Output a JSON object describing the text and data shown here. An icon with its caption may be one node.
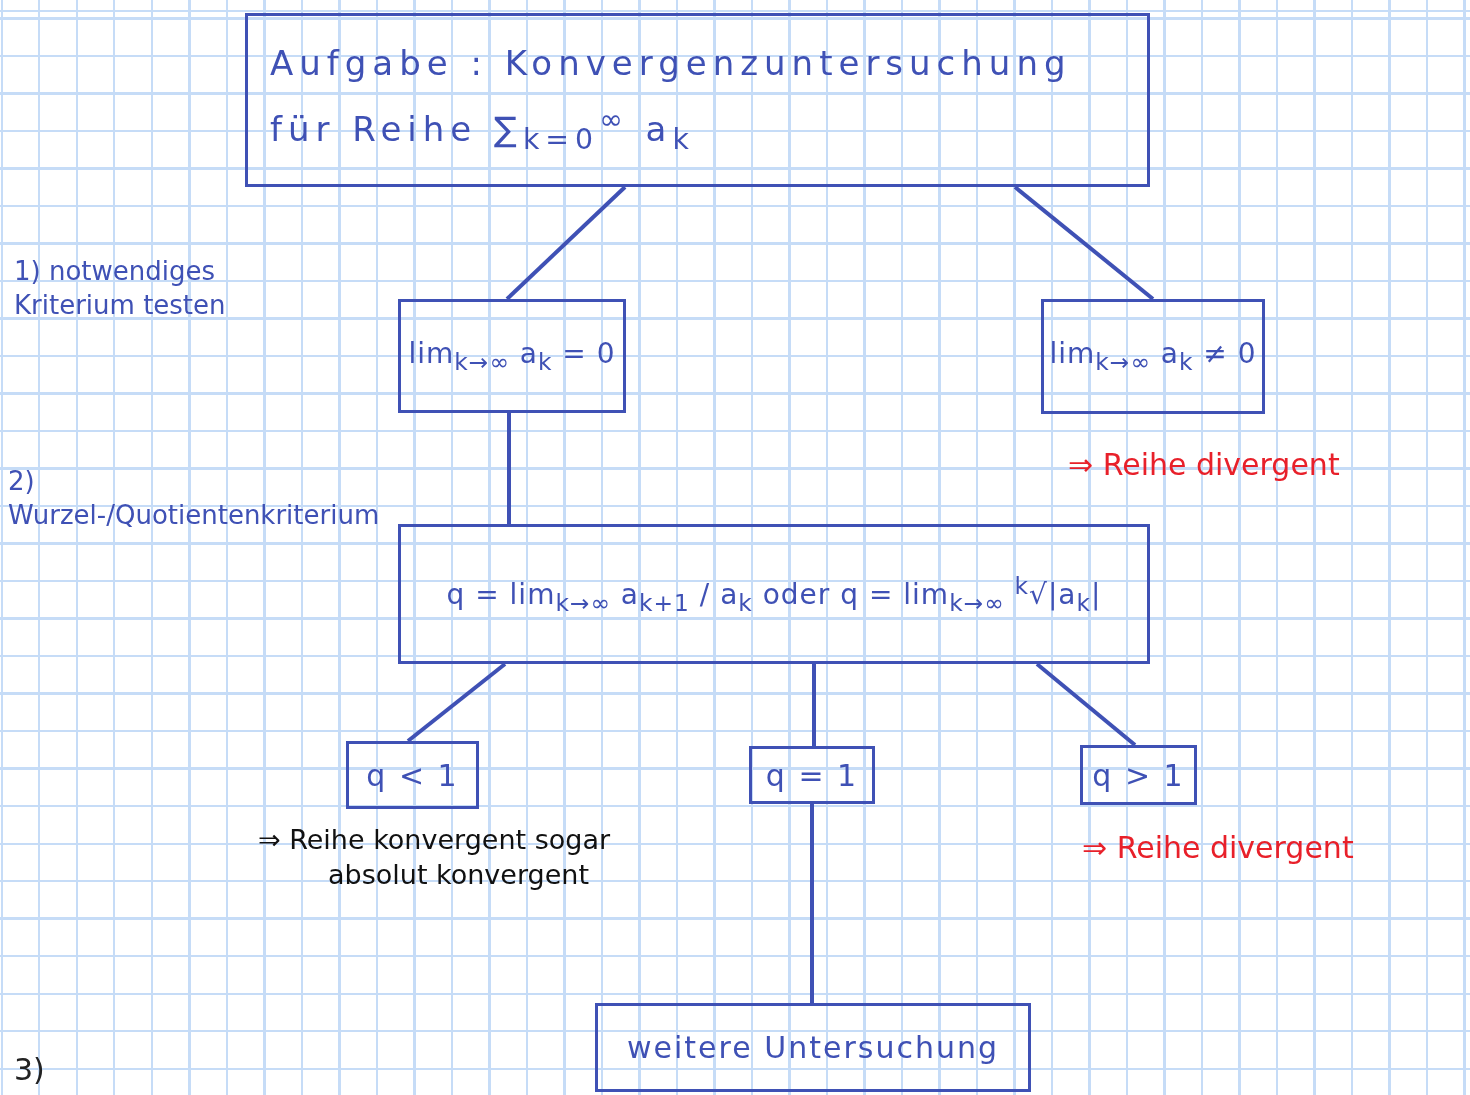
{
  "diagram": {
    "nodes": [
      {
        "text": [
          "Aufgabe : Konvergenzuntersuchung",
          "für Reihe ∑$_{k=0}$$^{∞}$ a$_{k}$"
        ]
      },
      {
        "text": [
          "lim$_{k→∞}$ a$_{k}$ = 0"
        ]
      },
      {
        "text": [
          "lim$_{k→∞}$ a$_{k}$ ≠ 0"
        ]
      },
      {
        "text": [
          "q = lim$_{k→∞}$ a$_{k+1}$ / a$_{k}$ oder q = lim$_{k→∞}$ $^{k}$√|a$_{k}$|"
        ]
      },
      {
        "text": [
          "q < 1"
        ]
      },
      {
        "text": [
          "q = 1"
        ]
      },
      {
        "text": [
          "q > 1"
        ]
      },
      {
        "text": [
          "weitere Untersuchung"
        ]
      }
    ],
    "edges": [
      {
        "from": 0,
        "to": 1,
        "arrow": "none"
      },
      {
        "from": 0,
        "to": 2,
        "arrow": "none"
      },
      {
        "from": 1,
        "to": 3,
        "arrow": "none"
      },
      {
        "from": 3,
        "to": 4,
        "arrow": "none"
      },
      {
        "from": 3,
        "to": 5,
        "arrow": "none"
      },
      {
        "from": 3,
        "to": 6,
        "arrow": "none"
      },
      {
        "from": 5,
        "to": 7,
        "arrow": "none"
      }
    ],
    "labels": [
      "1) notwendiges Kriterium testen",
      "⇒ Reihe divergent",
      "2) Wurzel-/Quotientenkriterium",
      "⇒ Reihe konvergent sogar absolut konvergent",
      "⇒ Reihe divergent",
      "3)"
    ]
  }
}
